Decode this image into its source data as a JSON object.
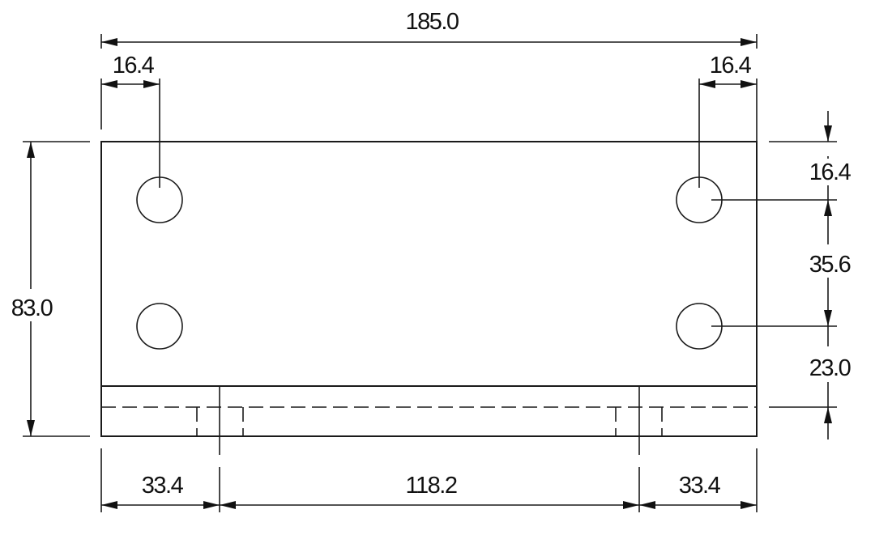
{
  "drawing": {
    "type": "engineering-drawing",
    "view": "front + bottom edge view",
    "units": "mm",
    "colors": {
      "line": "#1a1a1a",
      "text": "#111111",
      "background": "#ffffff"
    },
    "dimensions": {
      "overall_width": "185.0",
      "overall_height": "83.0",
      "left_hole_offset_x": "16.4",
      "right_hole_offset_x": "16.4",
      "top_hole_offset_y": "16.4",
      "hole_spacing_y": "35.6",
      "bottom_hole_offset_y": "23.0",
      "bottom_left_segment": "33.4",
      "bottom_center_segment": "118.2",
      "bottom_right_segment": "33.4"
    },
    "features": {
      "holes": [
        {
          "name": "top-left-hole"
        },
        {
          "name": "bottom-left-hole"
        },
        {
          "name": "top-right-hole"
        },
        {
          "name": "bottom-right-hole"
        }
      ],
      "flange": "bottom flange with hidden slots"
    }
  }
}
